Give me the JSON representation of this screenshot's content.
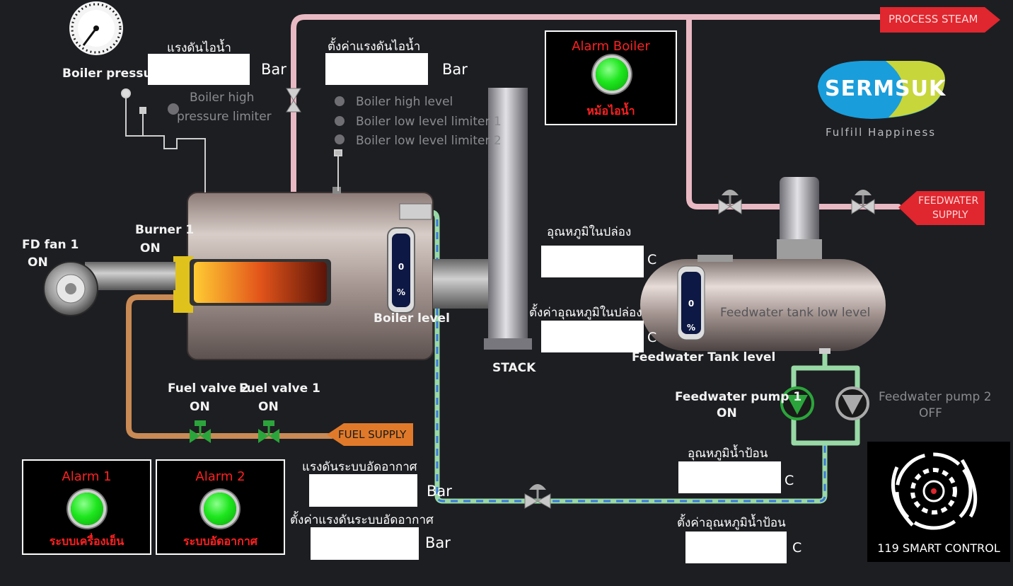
{
  "labels": {
    "boiler_pressure": "Boiler pressure",
    "boiler_high_pressure_limiter_1": "Boiler high",
    "boiler_high_pressure_limiter_2": "pressure limiter",
    "boiler_high_level": "Boiler high level",
    "boiler_low_level_limiter_1": "Boiler low level limiter 1",
    "boiler_low_level_limiter_2": "Boiler low level limiter 2",
    "boiler_level": "Boiler level",
    "stack": "STACK",
    "fd_fan": "FD fan 1",
    "fd_fan_state": "ON",
    "burner": "Burner 1",
    "burner_state": "ON",
    "fuel_valve_2": "Fuel valve 2",
    "fuel_valve_2_state": "ON",
    "fuel_valve_1": "Fuel valve 1",
    "fuel_valve_1_state": "ON",
    "fuel_supply": "FUEL SUPPLY",
    "process_steam": "PROCESS STEAM",
    "feedwater_supply_1": "FEEDWATER",
    "feedwater_supply_2": "SUPPLY",
    "feedwater_tank_low_level": "Feedwater tank low level",
    "feedwater_tank_level": "Feedwater Tank level",
    "feedwater_pump_1": "Feedwater pump 1",
    "feedwater_pump_1_state": "ON",
    "feedwater_pump_2": "Feedwater pump 2",
    "feedwater_pump_2_state": "OFF"
  },
  "gauges": {
    "boiler_level_value": "0",
    "boiler_level_unit": "%",
    "tank_level_value": "0",
    "tank_level_unit": "%"
  },
  "fields": {
    "steam_pressure": {
      "label": "แรงดันไอน้ำ",
      "unit": "Bar",
      "value": ""
    },
    "steam_pressure_setpoint": {
      "label": "ตั้งค่าแรงดันไอน้ำ",
      "unit": "Bar",
      "value": ""
    },
    "stack_temp": {
      "label": "อุณหภูมิในปล่อง",
      "unit": "C",
      "value": ""
    },
    "stack_temp_setpoint": {
      "label": "ตั้งค่าอุณหภูมิในปล่อง",
      "unit": "C",
      "value": ""
    },
    "air_pressure": {
      "label": "แรงดันระบบอัดอากาศ",
      "unit": "Bar",
      "value": ""
    },
    "air_pressure_setpoint": {
      "label": "ตั้งค่าแรงดันระบบอัดอากาศ",
      "unit": "Bar",
      "value": ""
    },
    "feedwater_temp": {
      "label": "อุณหภูมิน้ำป้อน",
      "unit": "C",
      "value": ""
    },
    "feedwater_temp_setpoint": {
      "label": "ตั้งค่าอุณหภูมิน้ำป้อน",
      "unit": "C",
      "value": ""
    }
  },
  "alarms": {
    "boiler": {
      "title": "Alarm Boiler",
      "subtitle": "หม้อไอน้ำ",
      "state": "ok"
    },
    "alarm1": {
      "title": "Alarm 1",
      "subtitle": "ระบบเครื่องเย็น",
      "state": "ok"
    },
    "alarm2": {
      "title": "Alarm 2",
      "subtitle": "ระบบอัดอากาศ",
      "state": "ok"
    }
  },
  "branding": {
    "sermsuk": "SERMSUK",
    "tagline": "Fulfill Happiness",
    "smart_control": "119 SMART CONTROL"
  },
  "colors": {
    "background": "#1d1e22",
    "steam_pipe": "#e9b9c3",
    "fuel_pipe": "#c98a55",
    "water_pipe": "#98d9a6",
    "water_dash": "#3a78d8",
    "alarm_text": "#ff2020",
    "lamp_green": "#1ee61e",
    "tag_red": "#e0262e",
    "sermsuk_blue": "#1a9ddb",
    "sermsuk_green": "#c7d63a"
  },
  "icons": [
    "gauge-icon",
    "fan-icon",
    "valve-icon",
    "pump-icon",
    "gear-logo-icon"
  ]
}
